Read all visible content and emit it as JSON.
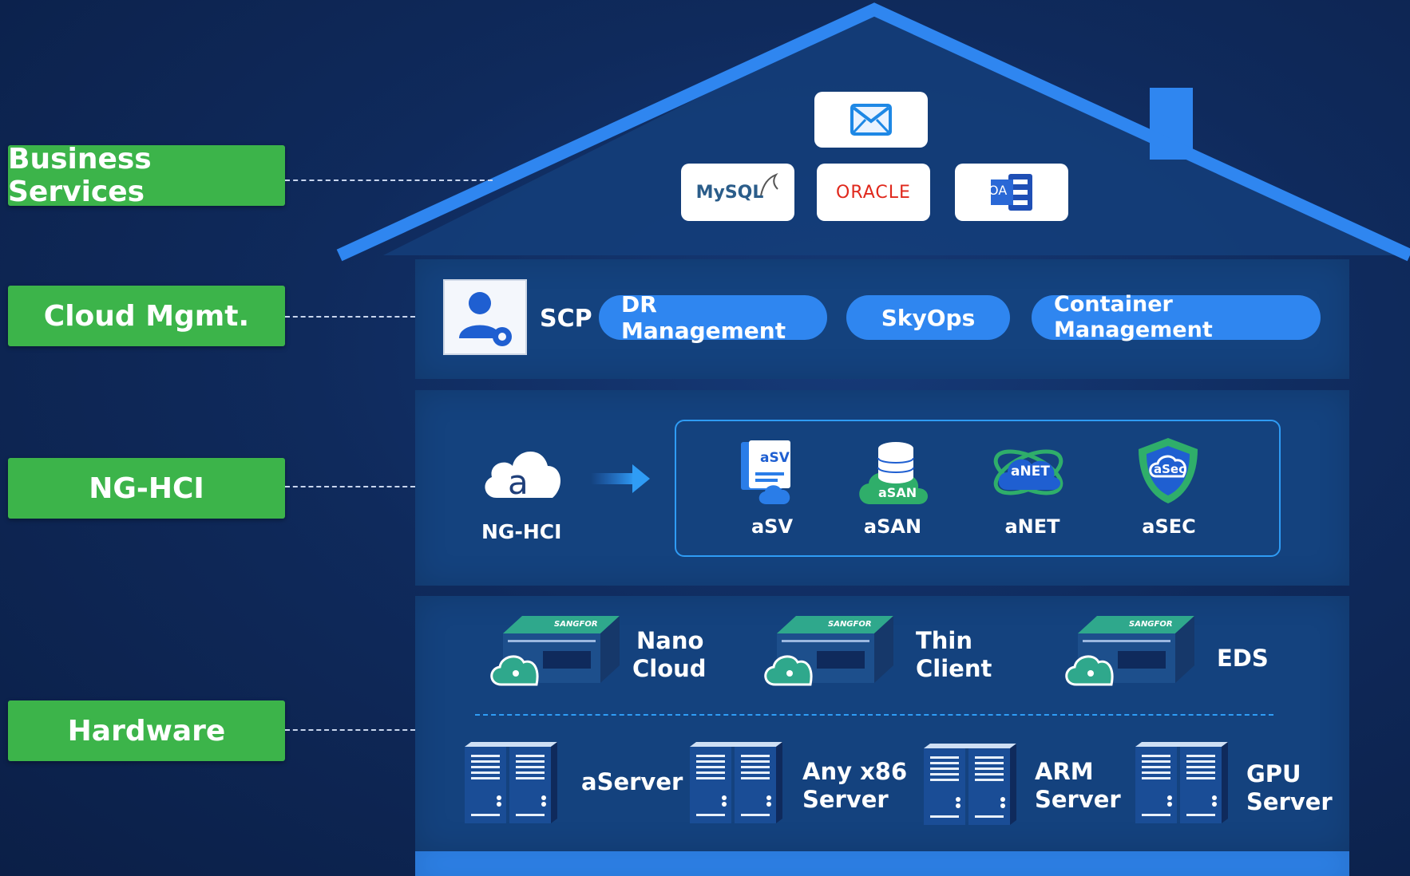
{
  "layers": {
    "business_services": "Business Services",
    "cloud_mgmt": "Cloud Mgmt.",
    "ng_hci": "NG-HCI",
    "hardware": "Hardware"
  },
  "business_apps": {
    "mail_icon": "envelope-icon",
    "mysql_logo": "MySQL",
    "oracle_logo": "ORACLE",
    "oa_logo": "OA"
  },
  "cloud_mgmt": {
    "scp_label": "SCP",
    "pills": [
      "DR Management",
      "SkyOps",
      "Container Management"
    ]
  },
  "ng_hci": {
    "main_label": "NG-HCI",
    "logo_letter": "a",
    "products": [
      {
        "label": "aSV",
        "badge": "aSV"
      },
      {
        "label": "aSAN",
        "badge": "aSAN"
      },
      {
        "label": "aNET",
        "badge": "aNET"
      },
      {
        "label": "aSEC",
        "badge": "aSec"
      }
    ]
  },
  "hardware": {
    "brand": "SANGFOR",
    "appliances": [
      {
        "line1": "Nano",
        "line2": "Cloud"
      },
      {
        "line1": "Thin",
        "line2": "Client"
      },
      {
        "line1": "EDS",
        "line2": ""
      }
    ],
    "servers": [
      {
        "line1": "aServer",
        "line2": ""
      },
      {
        "line1": "Any x86",
        "line2": "Server"
      },
      {
        "line1": "ARM",
        "line2": "Server"
      },
      {
        "line1": "GPU",
        "line2": "Server"
      }
    ]
  },
  "colors": {
    "label_green": "#3cb44a",
    "roof_blue": "#2f86f0",
    "panel_blue": "#14427e",
    "background": "#0f2a5c"
  }
}
